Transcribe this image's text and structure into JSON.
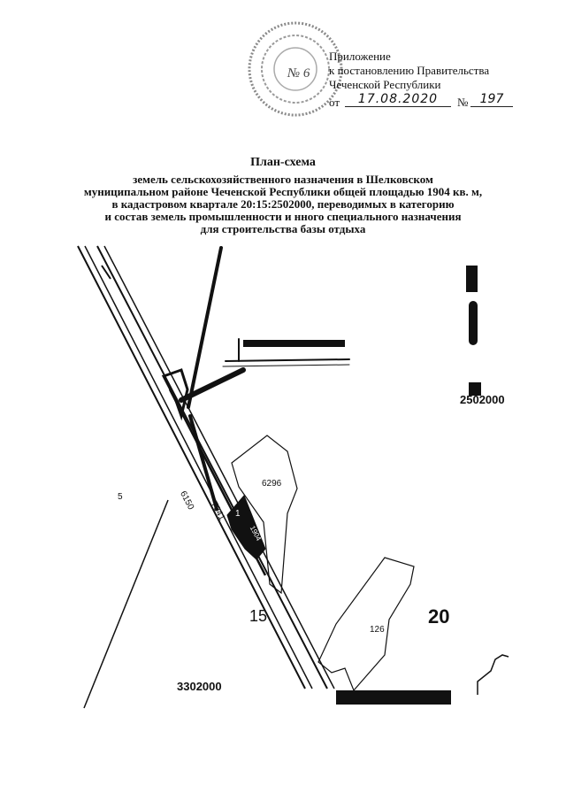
{
  "header": {
    "stamp_number": "№ 6",
    "appendix_lines": [
      "Приложение",
      "к постановлению Правительства",
      "Чеченской Республики"
    ],
    "date_prefix": "от",
    "date_value": "17.08.2020",
    "number_prefix": "№",
    "number_value": "197"
  },
  "title": "План-схема",
  "subtitle_lines": [
    "земель сельскохозяйственного назначения в Шелковском",
    "муниципальном районе Чеченской Республики общей площадью 1904 кв. м,",
    "в кадастровом квартале 20:15:2502000, переводимых в категорию",
    "и состав земель промышленности и нного специального назначения",
    "для строительства базы отдыха"
  ],
  "map": {
    "labels": {
      "quarter_ne": "2502000",
      "quarter_sw": "3302000",
      "plot_6296": "6296",
      "plot_126": "126",
      "plot_5": "5",
      "road_6150": "6150",
      "road_7041": "7041",
      "district_15": "15",
      "district_20": "20",
      "target_plot": "1",
      "target_area": "1904"
    },
    "colors": {
      "ink": "#111111",
      "stamp": "#555555"
    }
  }
}
